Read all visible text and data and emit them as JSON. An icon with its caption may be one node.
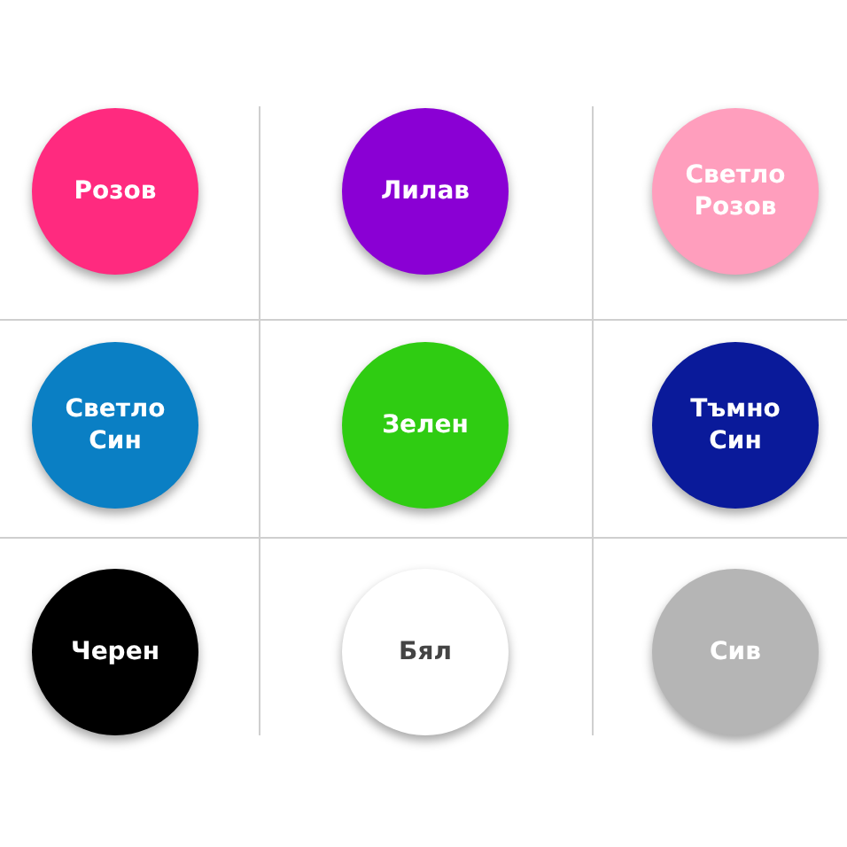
{
  "diagram": {
    "nodes": [
      {
        "text": [
          "Розов"
        ]
      },
      {
        "text": [
          "Лилав"
        ]
      },
      {
        "text": [
          "Светло Розов"
        ]
      },
      {
        "text": [
          "Светло Син"
        ]
      },
      {
        "text": [
          "Зелен"
        ]
      },
      {
        "text": [
          "Тъмно Син"
        ]
      },
      {
        "text": [
          "Черен"
        ]
      },
      {
        "text": [
          "Бял"
        ]
      },
      {
        "text": [
          "Сив"
        ]
      }
    ]
  }
}
